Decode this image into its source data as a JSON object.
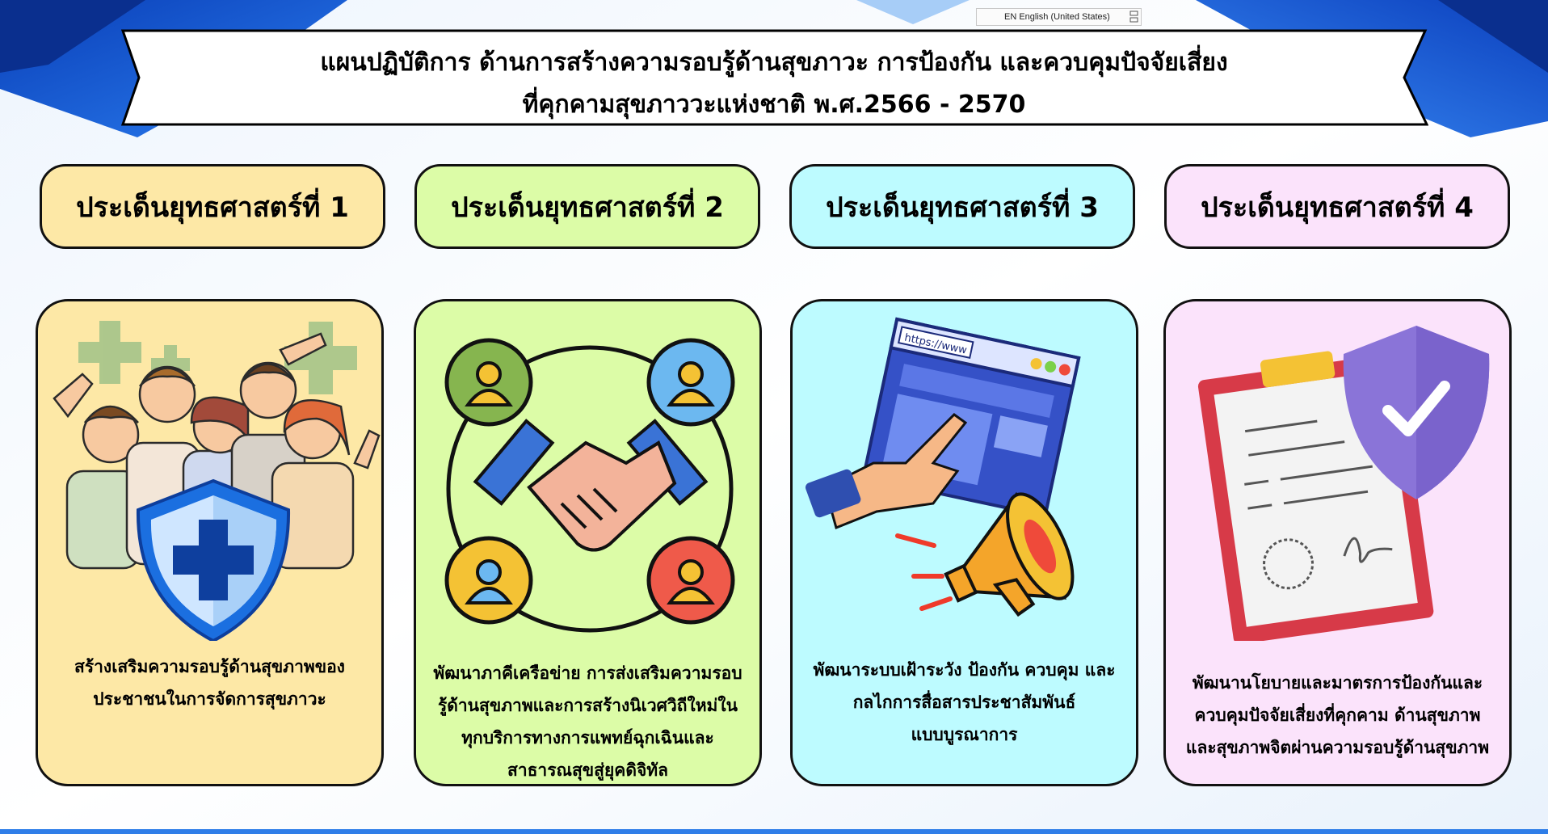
{
  "language_bar": {
    "label": "EN English (United States)"
  },
  "title": {
    "line1": "แผนปฏิบัติการ ด้านการสร้างความรอบรู้ด้านสุขภาวะ การป้องกัน และควบคุมปัจจัยเสี่ยง",
    "line2": "ที่คุกคามสุขภาววะแห่งชาติ พ.ศ.2566 - 2570"
  },
  "colors": {
    "issue1": "#fde8a6",
    "issue2": "#dcfca7",
    "issue3": "#bdfbff",
    "issue4": "#fbe3fb",
    "banner_blue": "#1e5fd9"
  },
  "issues": [
    {
      "heading": "ประเด็นยุทธศาสตร์ที่ 1",
      "icon": "people-shield-icon",
      "desc": [
        "สร้างเสริมความรอบรู้ด้านสุขภาพของ",
        "ประชาชนในการจัดการสุขภาวะ"
      ]
    },
    {
      "heading": "ประเด็นยุทธศาสตร์ที่ 2",
      "icon": "handshake-network-icon",
      "desc": [
        "พัฒนาภาคีเครือข่าย การส่งเสริมความรอบ",
        "รู้ด้านสุขภาพและการสร้างนิเวศวิถีใหม่ใน",
        "ทุกบริการทางการแพทย์ฉุกเฉินและ",
        "สาธารณสุขสู่ยุคดิจิทัล"
      ]
    },
    {
      "heading": "ประเด็นยุทธศาสตร์ที่ 3",
      "icon": "browser-megaphone-icon",
      "browser_url": "https://www",
      "desc": [
        "พัฒนาระบบเฝ้าระวัง ป้องกัน ควบคุม และ",
        "กลไกการสื่อสารประชาสัมพันธ์",
        "แบบบูรณาการ"
      ]
    },
    {
      "heading": "ประเด็นยุทธศาสตร์ที่ 4",
      "icon": "clipboard-shield-icon",
      "desc": [
        "พัฒนานโยบายและมาตรการป้องกันและ",
        "ควบคุมปัจจัยเสี่ยงที่คุกคาม ด้านสุขภาพ",
        "และสุขภาพจิตผ่านความรอบรู้ด้านสุขภาพ"
      ]
    }
  ]
}
